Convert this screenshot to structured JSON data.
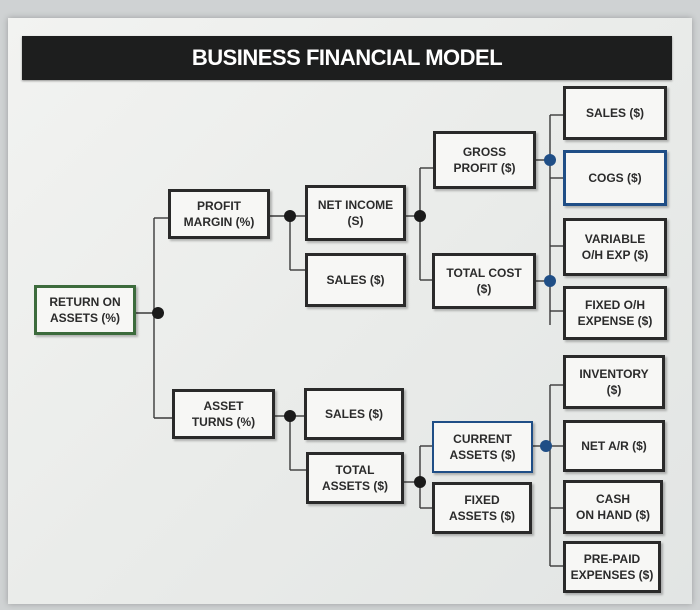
{
  "title": "BUSINESS FINANCIAL MODEL",
  "nodes": {
    "return_on_assets": "RETURN ON\nASSETS (%)",
    "profit_margin": "PROFIT\nMARGIN (%)",
    "asset_turns": "ASSET\nTURNS (%)",
    "net_income": "NET INCOME\n(S)",
    "sales_pm": "SALES ($)",
    "sales_at": "SALES ($)",
    "total_assets": "TOTAL\nASSETS ($)",
    "gross_profit": "GROSS\nPROFIT ($)",
    "total_cost": "TOTAL COST\n($)",
    "current_assets": "CURRENT\nASSETS ($)",
    "fixed_assets": "FIXED\nASSETS ($)",
    "sales_top": "SALES ($)",
    "cogs": "COGS ($)",
    "variable_oh": "VARIABLE\nO/H EXP ($)",
    "fixed_oh": "FIXED O/H\nEXPENSE ($)",
    "inventory": "INVENTORY\n($)",
    "net_ar": "NET A/R ($)",
    "cash_on_hand": "CASH\nON HAND ($)",
    "prepaid_expenses": "PRE-PAID\nEXPENSES ($)"
  }
}
